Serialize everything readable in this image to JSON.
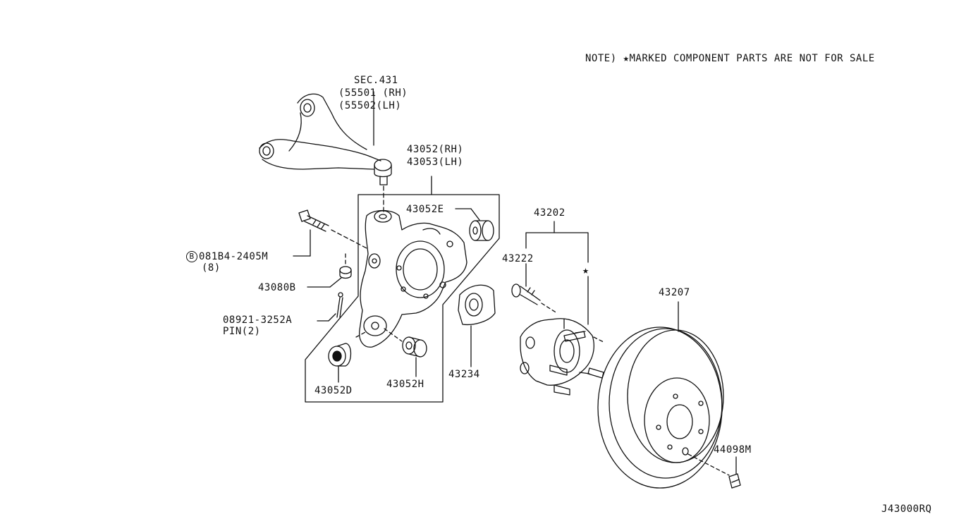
{
  "note": "NOTE) ★MARKED COMPONENT PARTS ARE NOT FOR SALE",
  "sec_ref": {
    "line1": "SEC.431",
    "line2": "(55501 (RH)",
    "line3": "(55502(LH)"
  },
  "knuckle": {
    "rh": "43052(RH)",
    "lh": "43053(LH)"
  },
  "parts": {
    "bushing_e": "43052E",
    "bolt_code": "081B4-2405M",
    "bolt_qty": "(8)",
    "bolt_symbol": "B",
    "washer": "43080B",
    "pin_code": "08921-3252A",
    "pin_label": "PIN(2)",
    "bushing_d": "43052D",
    "bushing_h": "43052H",
    "baffle": "43234",
    "hub_assy": "43202",
    "hub_bolt": "43222",
    "star_mark": "★",
    "rotor": "43207",
    "rotor_screw": "44098M"
  },
  "diagram_id": "J43000RQ"
}
